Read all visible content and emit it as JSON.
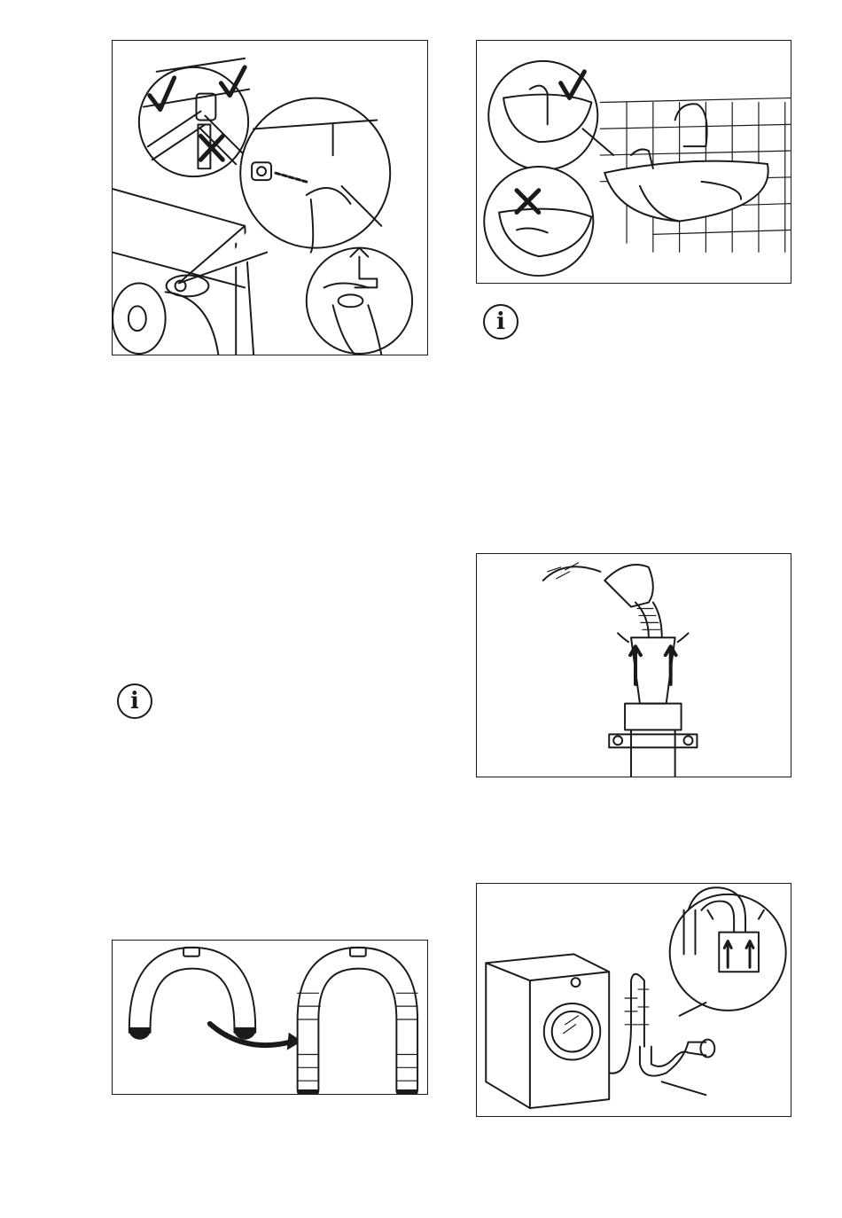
{
  "info_notes": [
    {
      "label": "i"
    },
    {
      "label": "i"
    }
  ],
  "figures": [
    {
      "name": "water-inlet-hose-connection",
      "icons": [
        "check-mark-icon",
        "check-mark-icon",
        "cross-mark-icon"
      ]
    },
    {
      "name": "drain-hose-sink-placement",
      "icons": [
        "check-mark-icon",
        "cross-mark-icon"
      ]
    },
    {
      "name": "drain-hose-into-standpipe",
      "icons": [
        "arrow-up-icon"
      ]
    },
    {
      "name": "hose-guide-u-piece",
      "icons": [
        "arrow-right-icon"
      ]
    },
    {
      "name": "drain-hose-to-siphon",
      "icons": [
        "arrow-up-icon"
      ]
    }
  ]
}
